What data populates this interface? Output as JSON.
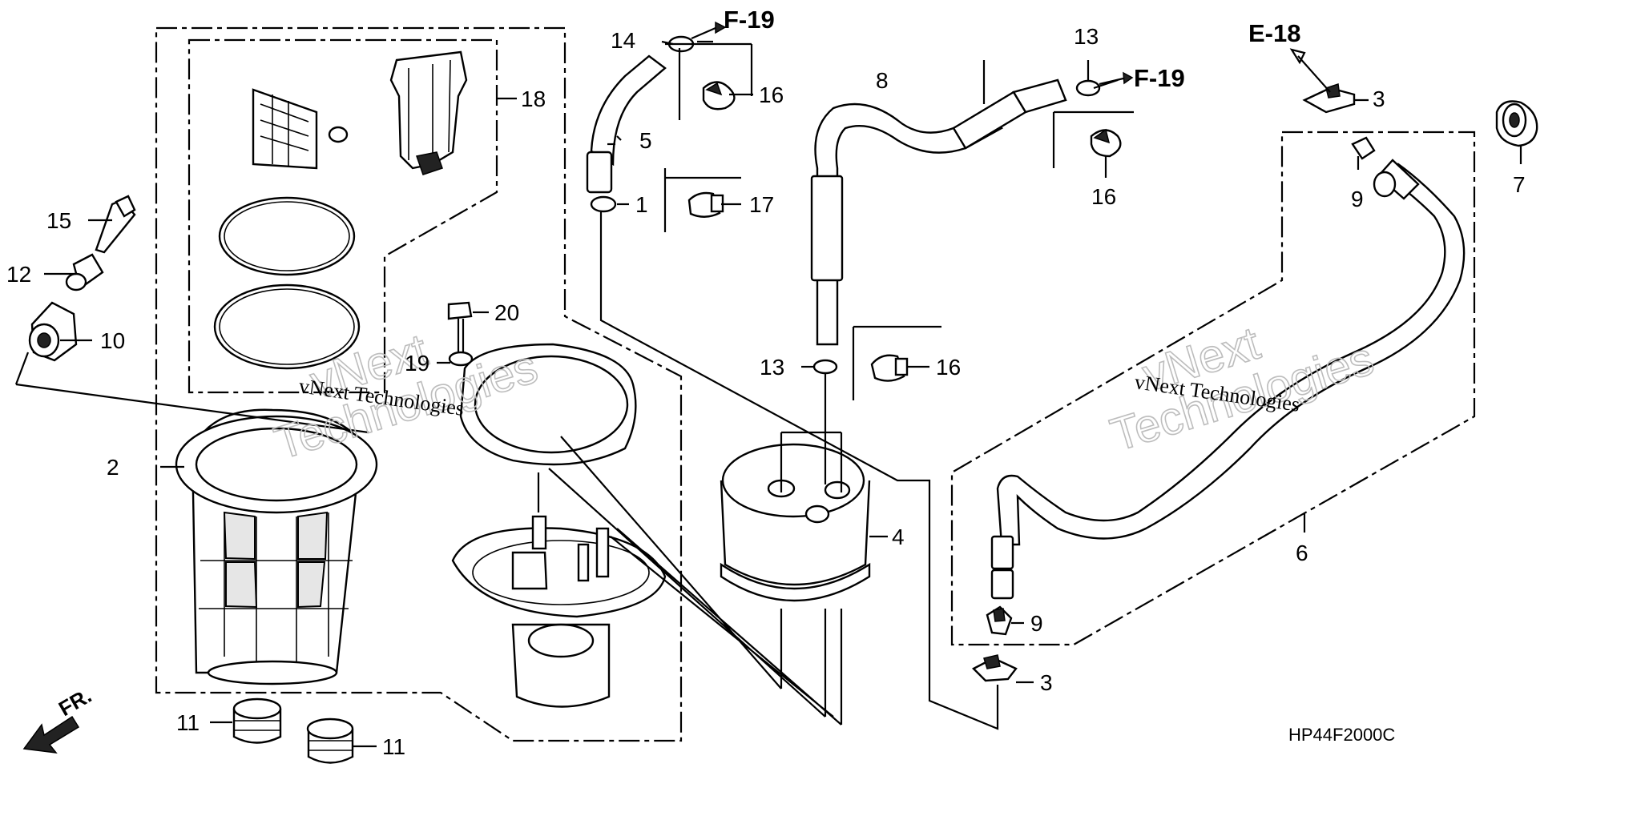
{
  "diagram": {
    "code": "HP44F2000C",
    "front_label": "FR.",
    "watermark_brand_top": "vNext",
    "watermark_brand_bottom": "Technologies",
    "watermark_caption": "vNext Technologies",
    "refs": [
      "F-19",
      "F-19",
      "E-18"
    ],
    "callouts": {
      "c1": "1",
      "c2": "2",
      "c3a": "3",
      "c3b": "3",
      "c4": "4",
      "c5": "5",
      "c6": "6",
      "c7": "7",
      "c8": "8",
      "c9a": "9",
      "c9b": "9",
      "c10": "10",
      "c11a": "11",
      "c11b": "11",
      "c12": "12",
      "c13a": "13",
      "c13b": "13",
      "c14": "14",
      "c15": "15",
      "c16a": "16",
      "c16b": "16",
      "c16c": "16",
      "c17": "17",
      "c18": "18",
      "c19": "19",
      "c20": "20"
    }
  }
}
